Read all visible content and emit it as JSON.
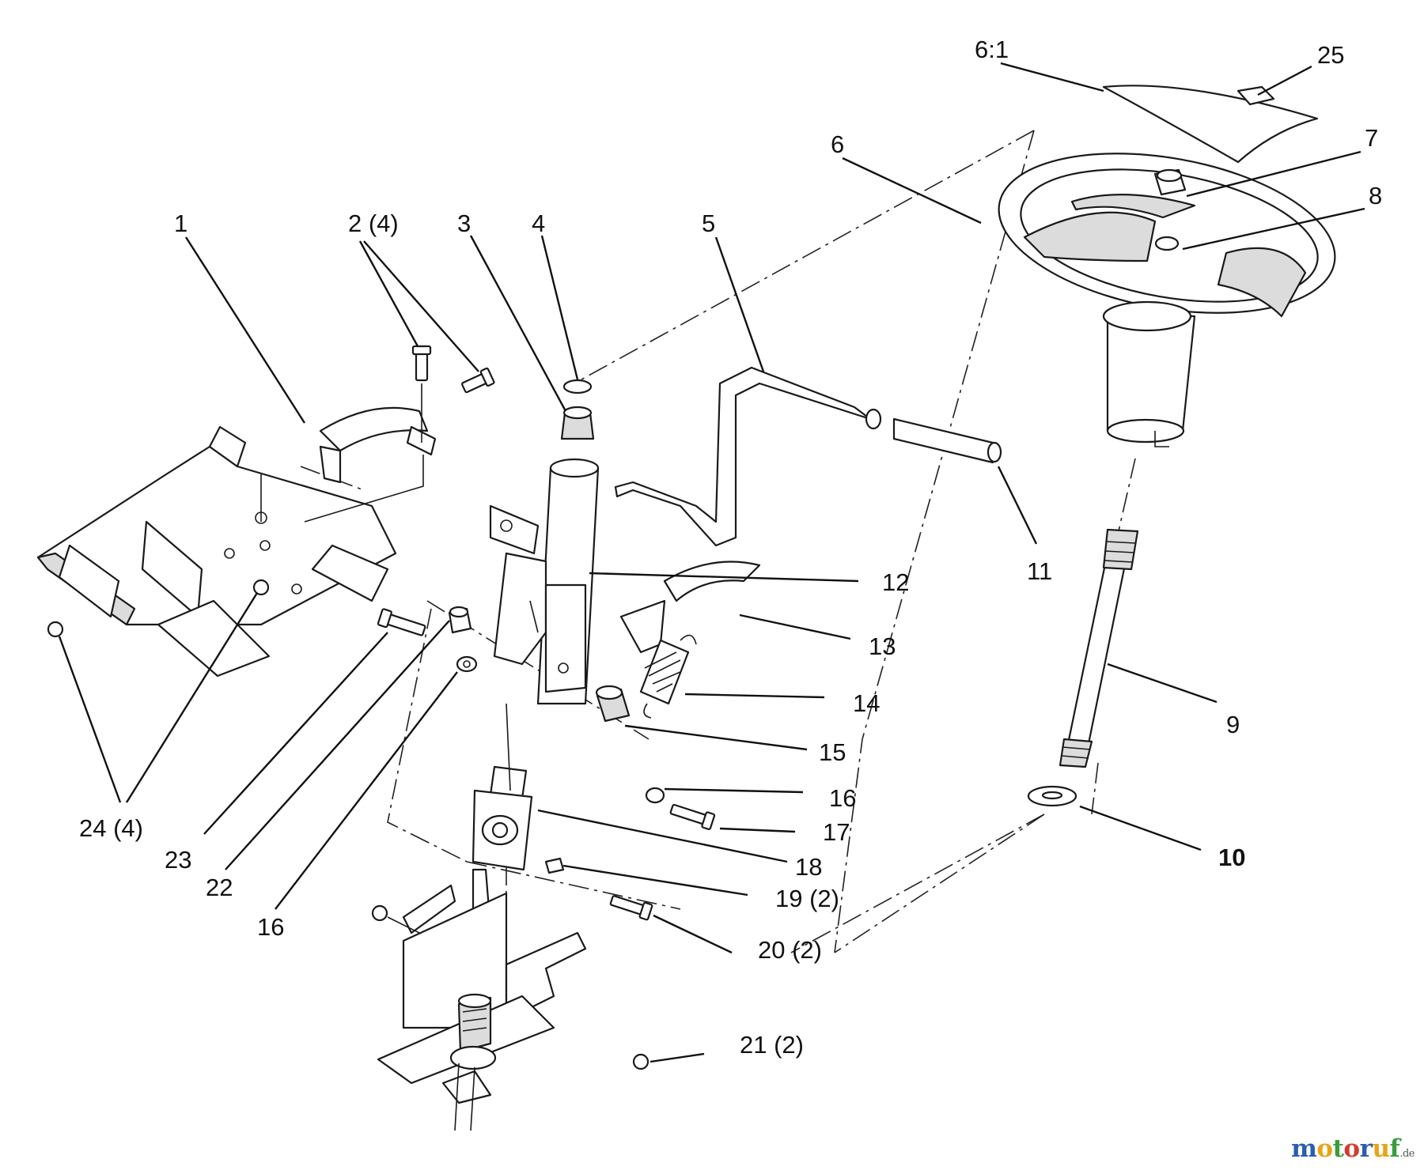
{
  "callouts": [
    {
      "id": "c1",
      "text": "1"
    },
    {
      "id": "c2",
      "text": "2 (4)"
    },
    {
      "id": "c3",
      "text": "3"
    },
    {
      "id": "c4",
      "text": "4"
    },
    {
      "id": "c5",
      "text": "5"
    },
    {
      "id": "c6",
      "text": "6"
    },
    {
      "id": "c61",
      "text": "6:1"
    },
    {
      "id": "c25",
      "text": "25"
    },
    {
      "id": "c7",
      "text": "7"
    },
    {
      "id": "c8",
      "text": "8"
    },
    {
      "id": "c9",
      "text": "9"
    },
    {
      "id": "c10",
      "text": "10"
    },
    {
      "id": "c11",
      "text": "11"
    },
    {
      "id": "c12",
      "text": "12"
    },
    {
      "id": "c13",
      "text": "13"
    },
    {
      "id": "c14",
      "text": "14"
    },
    {
      "id": "c15",
      "text": "15"
    },
    {
      "id": "c16a",
      "text": "16"
    },
    {
      "id": "c16b",
      "text": "16"
    },
    {
      "id": "c17",
      "text": "17"
    },
    {
      "id": "c18",
      "text": "18"
    },
    {
      "id": "c19",
      "text": "19 (2)"
    },
    {
      "id": "c20",
      "text": "20 (2)"
    },
    {
      "id": "c21",
      "text": "21 (2)"
    },
    {
      "id": "c22",
      "text": "22"
    },
    {
      "id": "c23",
      "text": "23"
    },
    {
      "id": "c24",
      "text": "24 (4)"
    }
  ],
  "watermark": {
    "letters": [
      "m",
      "o",
      "t",
      "o",
      "r",
      "u",
      "f"
    ],
    "tld": ".de",
    "colors": [
      "#2a5db0",
      "#e8a317",
      "#3a9d3a",
      "#d23b2e",
      "#2a5db0",
      "#e8a317",
      "#3a9d3a"
    ]
  }
}
